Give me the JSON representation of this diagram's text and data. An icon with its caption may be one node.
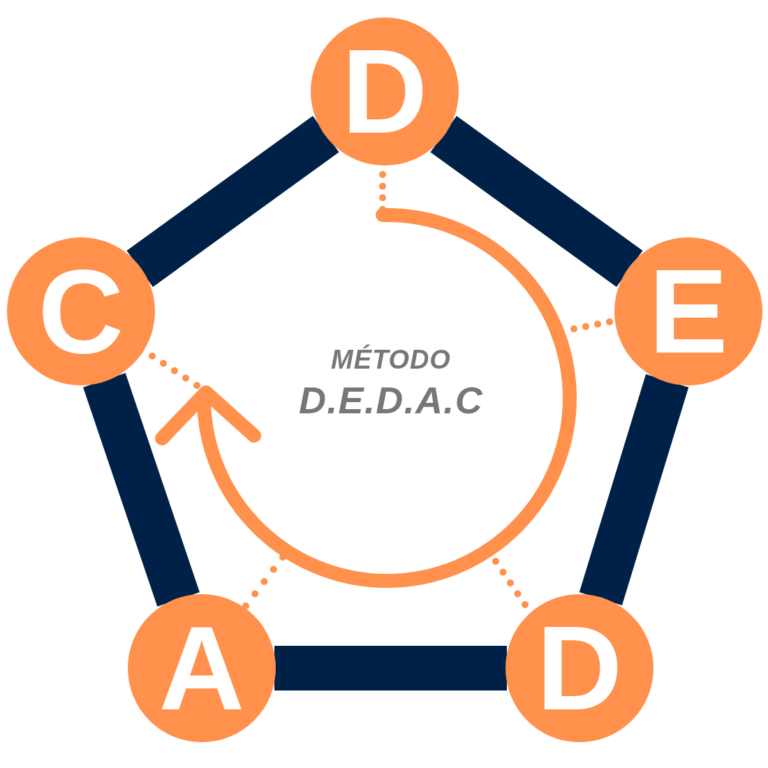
{
  "diagram": {
    "nodes": [
      {
        "text": [
          "D"
        ]
      },
      {
        "text": [
          "E"
        ]
      },
      {
        "text": [
          "D"
        ]
      },
      {
        "text": [
          "A"
        ]
      },
      {
        "text": [
          "C"
        ]
      }
    ],
    "edges": [
      {
        "from": 0,
        "to": 1,
        "arrow": "none"
      },
      {
        "from": 1,
        "to": 2,
        "arrow": "none"
      },
      {
        "from": 2,
        "to": 3,
        "arrow": "none"
      },
      {
        "from": 3,
        "to": 4,
        "arrow": "none"
      },
      {
        "from": 4,
        "to": 0,
        "arrow": "none"
      }
    ],
    "labels": [
      "MÉTODO",
      "D.E.D.A.C"
    ]
  }
}
